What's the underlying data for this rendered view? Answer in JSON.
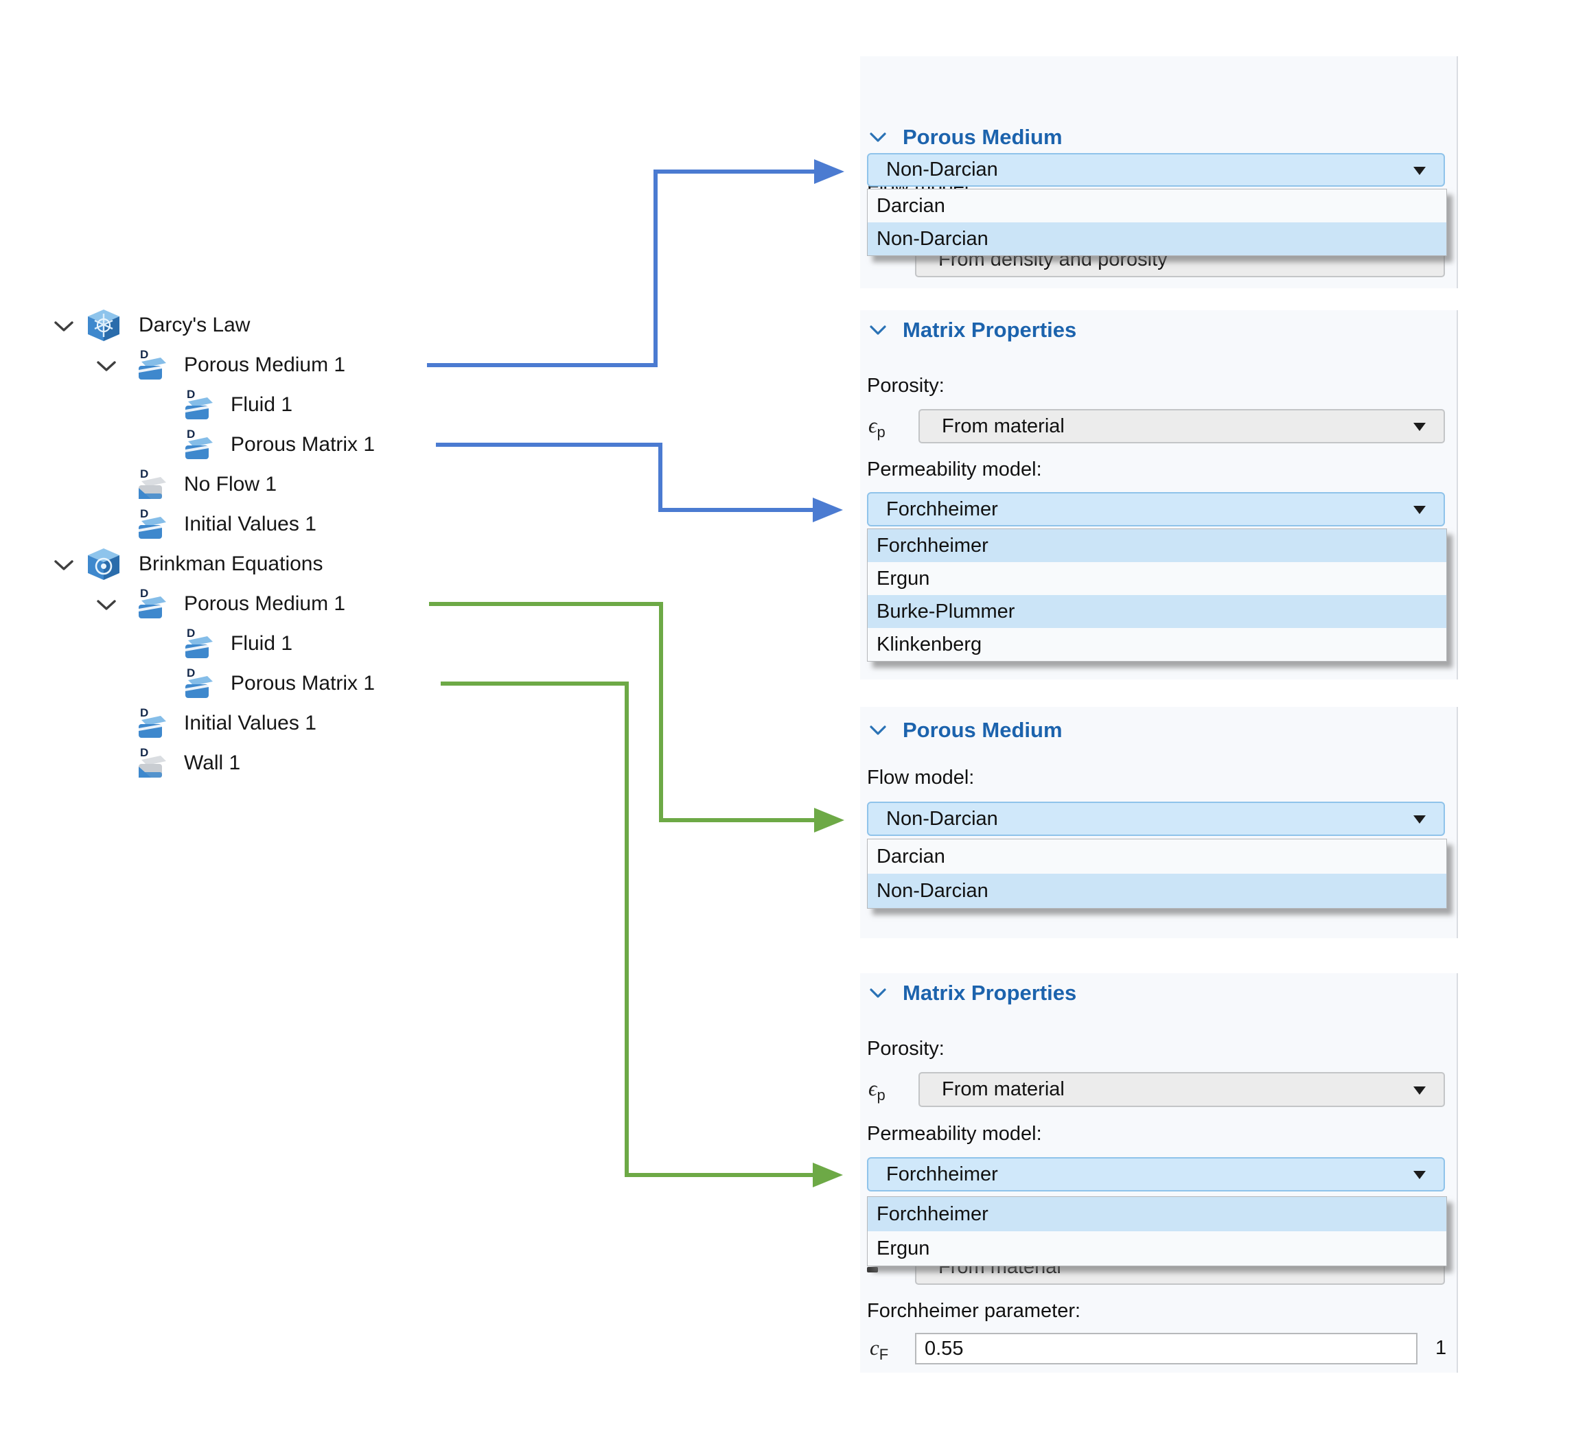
{
  "colors": {
    "arrow_blue": "#4b7bd1",
    "arrow_green": "#6da946",
    "header_blue": "#1c63ad",
    "combo_selected_bg": "#d0e8fa",
    "combo_selected_border": "#8fc3ea",
    "option_highlight": "#cbe4f7",
    "panel_bg": "#f7f9fc",
    "icon_blue": "#3e88cd",
    "icon_light_blue": "#85bde8",
    "icon_gray": "#c9cdd2"
  },
  "tree": {
    "items": [
      {
        "label": "Darcy's Law"
      },
      {
        "label": "Porous Medium 1"
      },
      {
        "label": "Fluid 1"
      },
      {
        "label": "Porous Matrix 1"
      },
      {
        "label": "No Flow 1"
      },
      {
        "label": "Initial Values 1"
      },
      {
        "label": "Brinkman Equations"
      },
      {
        "label": "Porous Medium 1"
      },
      {
        "label": "Fluid 1"
      },
      {
        "label": "Porous Matrix 1"
      },
      {
        "label": "Initial Values 1"
      },
      {
        "label": "Wall 1"
      }
    ]
  },
  "panel1": {
    "title": "Porous Medium",
    "flow_model_label": "Flow model:",
    "flow_model_value": "Non-Darcian",
    "options": [
      "Darcian",
      "Non-Darcian"
    ],
    "hidden_option": "From density and porosity"
  },
  "panel2": {
    "title": "Matrix Properties",
    "porosity_label": "Porosity:",
    "porosity_symbol": "ϵ",
    "porosity_symbol_sub": "p",
    "porosity_value": "From material",
    "permeability_label": "Permeability model:",
    "permeability_value": "Forchheimer",
    "options": [
      "Forchheimer",
      "Ergun",
      "Burke-Plummer",
      "Klinkenberg"
    ]
  },
  "panel3": {
    "title": "Porous Medium",
    "flow_model_label": "Flow model:",
    "flow_model_value": "Non-Darcian",
    "options": [
      "Darcian",
      "Non-Darcian"
    ]
  },
  "panel4": {
    "title": "Matrix Properties",
    "porosity_label": "Porosity:",
    "porosity_symbol": "ϵ",
    "porosity_symbol_sub": "p",
    "porosity_value": "From material",
    "permeability_label": "Permeability model:",
    "permeability_value": "Forchheimer",
    "options": [
      "Forchheimer",
      "Ergun"
    ],
    "hidden_option": "From material",
    "param_label": "Forchheimer parameter:",
    "param_symbol": "c",
    "param_symbol_sub": "F",
    "param_value": "0.55",
    "param_unit": "1"
  }
}
